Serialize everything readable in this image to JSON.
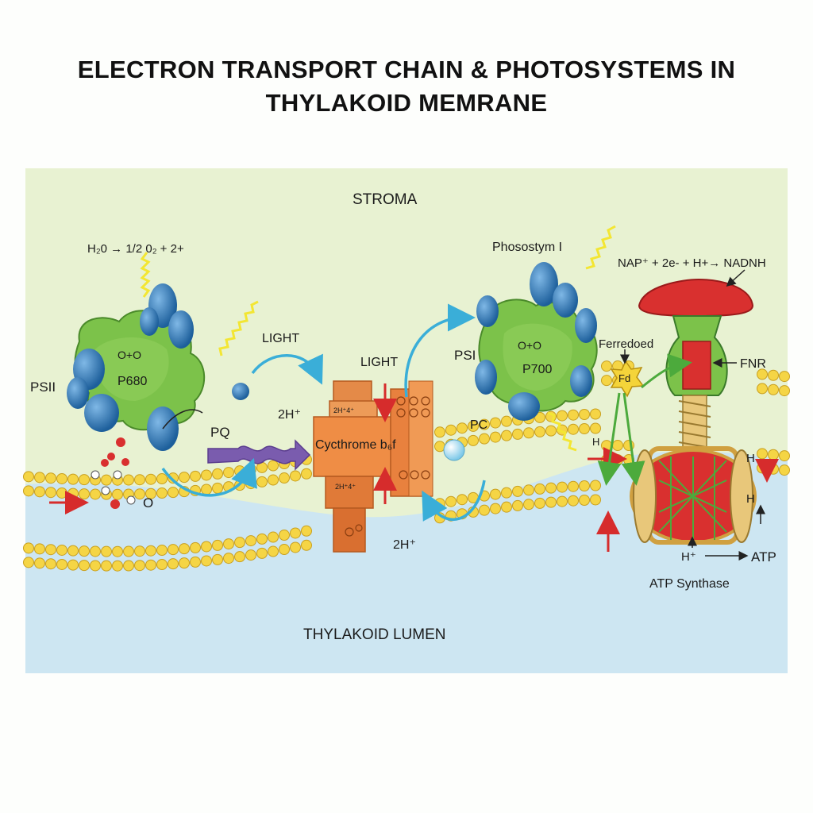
{
  "title": {
    "line1": "ELECTRON TRANSPORT CHAIN & PHOTOSYSTEMS IN",
    "line2": "THYLAKOID MEMRANE"
  },
  "regions": {
    "stroma": "STROMA",
    "lumen": "THYLAKOID LUMEN"
  },
  "labels": {
    "water_split": "H₂0 → 1/2 0₂ + 2+",
    "psii": "PSII",
    "p680": "P680",
    "pq": "PQ",
    "light_left": "LIGHT",
    "light_mid": "LIGHT",
    "h_top": "2H⁺",
    "h_bottom": "2H⁺",
    "cytochrome": "Cycthrome b₆f",
    "cyt_box_top": "2H⁺4⁺",
    "cyt_box_bottom": "2H⁺4⁺",
    "psi_title": "Phosostym I",
    "psi": "PSI",
    "p700": "P700",
    "pc": "PC",
    "nadp": "NAP⁺ + 2e- + H+→ NADNH",
    "ferredoxin": "Ferredoed",
    "fd": "Fd",
    "fnr": "FNR",
    "h_left": "H",
    "h_right_top": "H",
    "h_right_mid": "H",
    "h_synthase": "H⁺",
    "atp": "ATP",
    "atp_synthase": "ATP Synthase",
    "molecule_o": "O",
    "psii_cluster": "O+O",
    "psi_cluster": "O+O"
  },
  "colors": {
    "stroma": "#e8f2d2",
    "lumen": "#cde6f2",
    "lipid": "#f5d545",
    "protein_green": "#7cc24a",
    "protein_blue": "#3d86c6",
    "cytochrome": "#e07a38",
    "fnr_red": "#d9302f",
    "arrow_blue": "#3aaed8",
    "arrow_red": "#d62c2c",
    "arrow_green": "#4caa3c",
    "pq_purple": "#7a5cae",
    "light": "#f3e633"
  }
}
